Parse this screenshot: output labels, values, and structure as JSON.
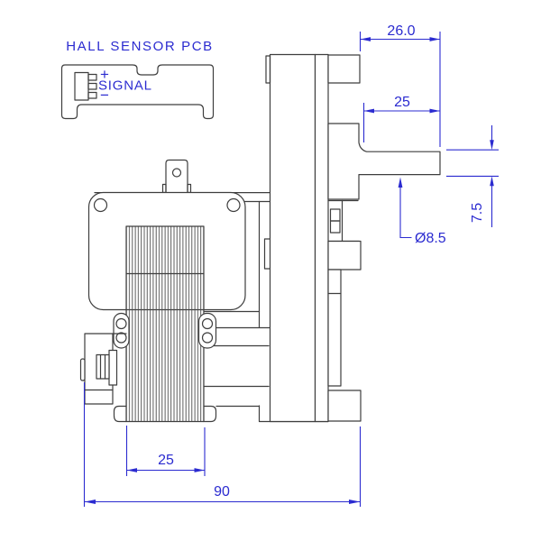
{
  "diagram": {
    "pcb": {
      "title": "HALL SENSOR PCB",
      "pin_plus": "+",
      "pin_signal": "SIGNAL",
      "pin_minus": "−"
    },
    "dimensions": {
      "boss_to_shaft_end": "26.0",
      "shaft_length": "25",
      "shaft_flat_height": "7.5",
      "shaft_diameter": "Ø8.5",
      "coil_width": "25",
      "overall_width": "90"
    }
  },
  "colors": {
    "dimension_blue": "#2b2bd0",
    "drawing_line": "#3e3e3e",
    "background": "#ffffff"
  }
}
